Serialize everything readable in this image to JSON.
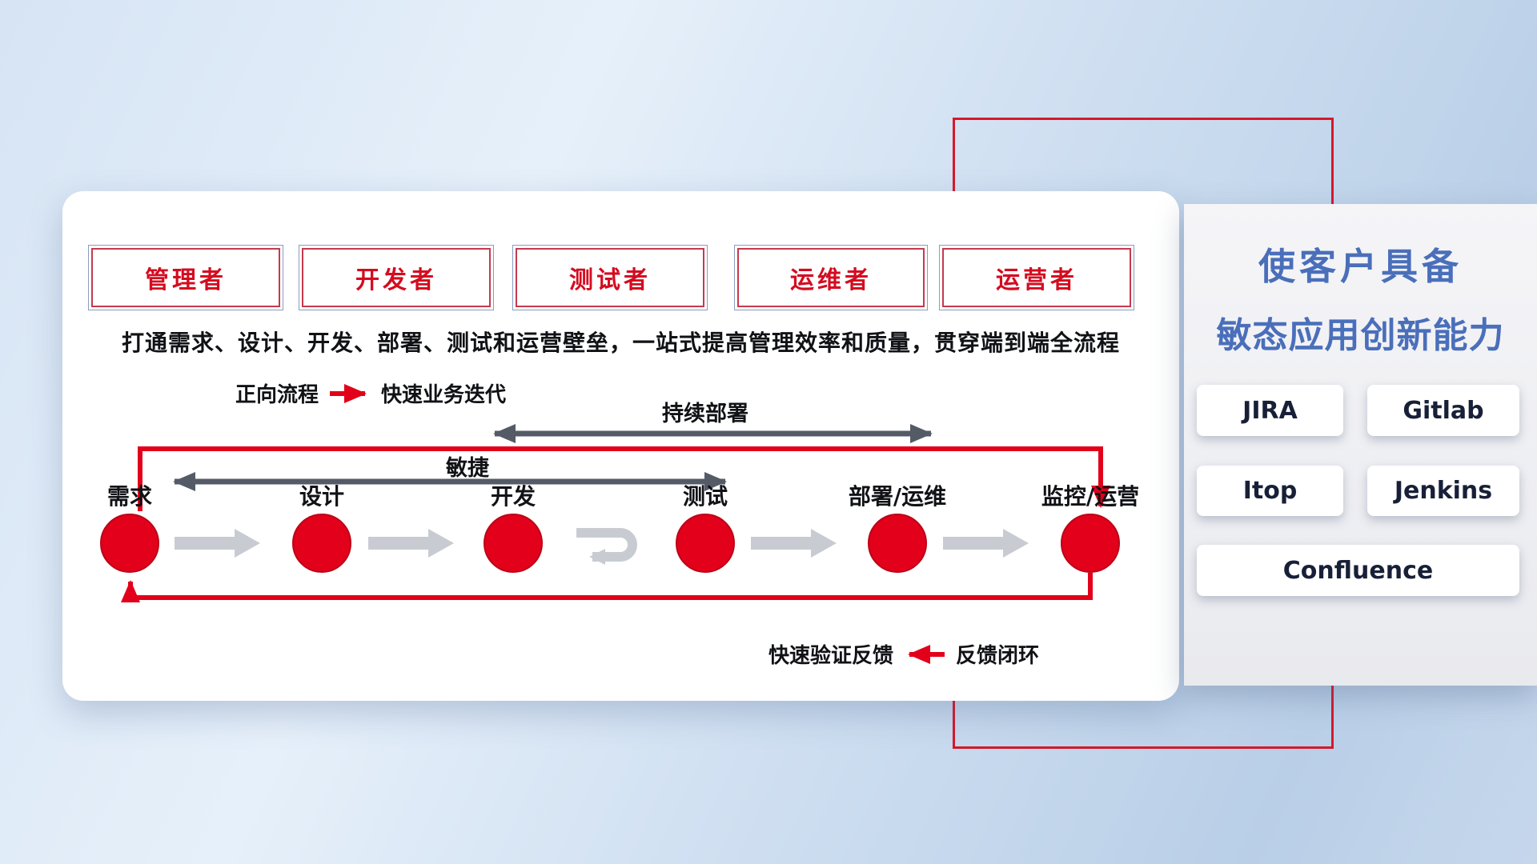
{
  "card": {
    "roles": [
      "管理者",
      "开发者",
      "测试者",
      "运维者",
      "运营者"
    ],
    "subtitle": "打通需求、设计、开发、部署、测试和运营壁垒，一站式提高管理效率和质量，贯穿端到端全流程",
    "forward_legend": {
      "label": "正向流程",
      "value": "快速业务迭代"
    },
    "deploy_arrow_label": "持续部署",
    "agile_arrow_label": "敏捷",
    "stages": [
      "需求",
      "设计",
      "开发",
      "测试",
      "部署/运维",
      "监控/运营"
    ],
    "feedback_legend": {
      "label": "快速验证反馈",
      "value": "反馈闭环"
    }
  },
  "panel": {
    "title_line1": "使客户具备",
    "title_line2": "敏态应用创新能力",
    "tools": [
      "JIRA",
      "Gitlab",
      "Itop",
      "Jenkins",
      "Confluence"
    ]
  },
  "colors": {
    "accent_red": "#e2001a",
    "frame_red": "#d6182b",
    "dark_arrow": "#555b66",
    "gray_arrow": "#c8ccd2",
    "title_blue": "#4a6fba",
    "role_text_red": "#d40c20"
  }
}
